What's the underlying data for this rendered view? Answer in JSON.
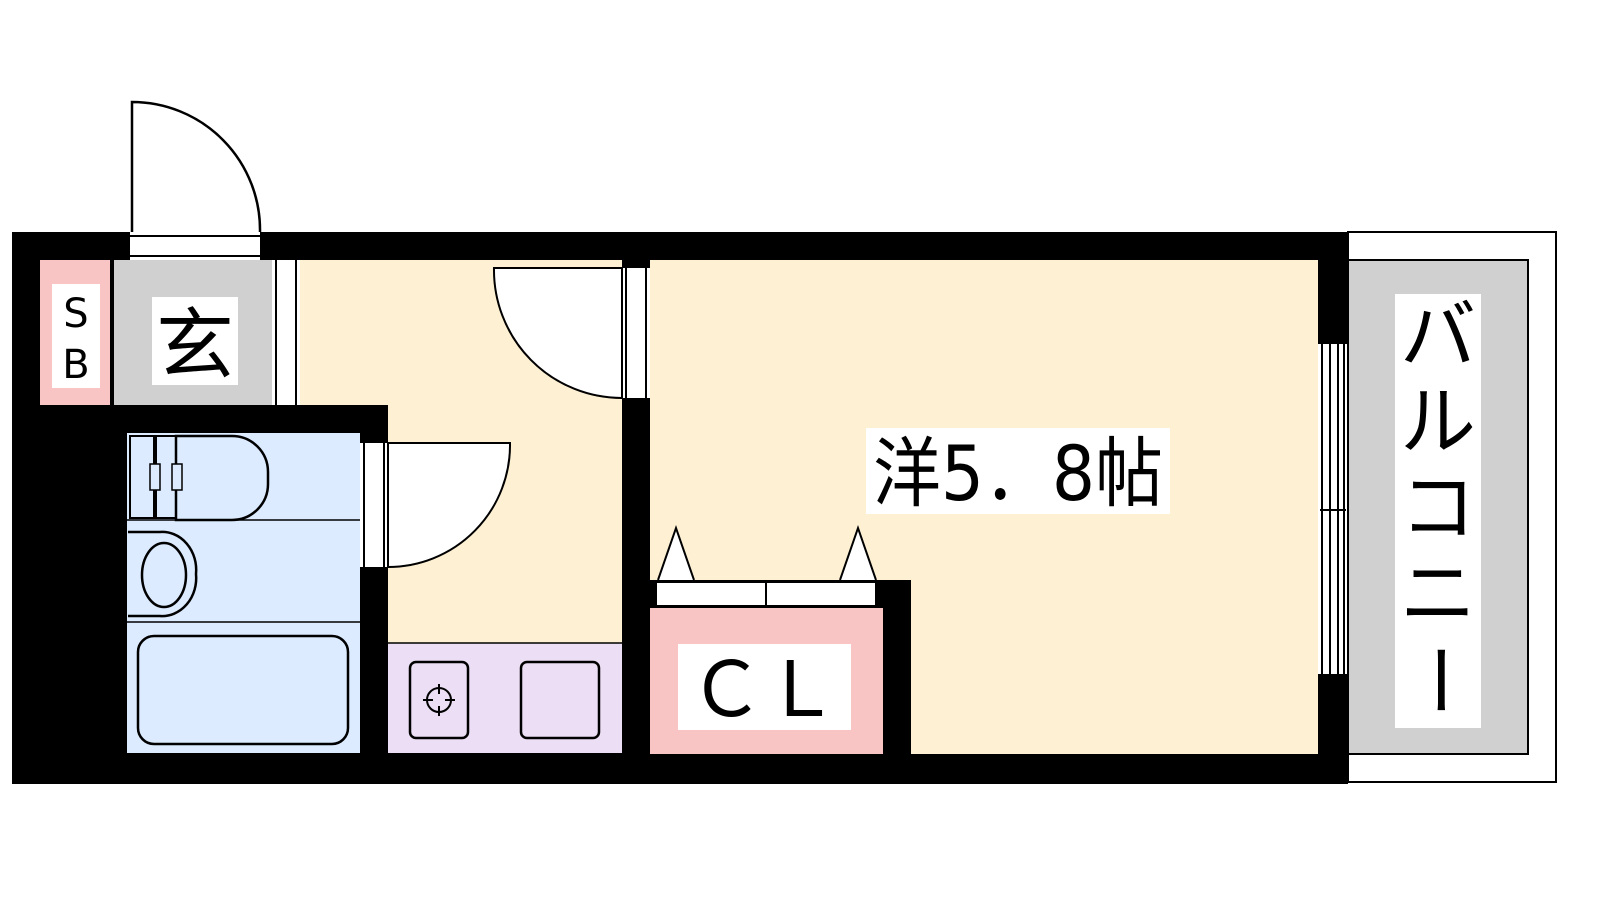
{
  "rooms": {
    "sb": {
      "line1": "S",
      "line2": "B"
    },
    "entrance": {
      "label": "玄"
    },
    "western_room": {
      "label": "洋5．8帖"
    },
    "closet": {
      "label": "ＣＬ"
    },
    "balcony": {
      "label": [
        "バ",
        "ル",
        "コ",
        "ニ",
        "ー"
      ]
    }
  },
  "colors": {
    "wall": "#000000",
    "sb": "#f9c4c4",
    "entrance": "#d0d0d0",
    "living": "#fdf0d3",
    "bath": "#dcebff",
    "kitchen": "#ecdff5",
    "closet": "#f9c4c4",
    "balcony": "#d0d0d0"
  }
}
